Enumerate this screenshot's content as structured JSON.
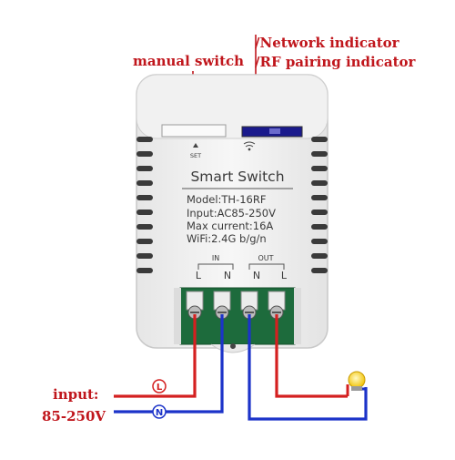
{
  "callouts": {
    "manual_switch": "manual switch",
    "network_indicator": "/Network indicator",
    "rf_pairing_indicator": "/RF pairing indicator"
  },
  "device": {
    "set_label": "SET",
    "title": "Smart Switch",
    "model": "Model:TH-16RF",
    "input": "Input:AC85-250V",
    "max_current": "Max current:16A",
    "wifi": "WiFi:2.4G b/g/n",
    "in_label": "IN",
    "out_label": "OUT",
    "term_l1": "L",
    "term_n1": "N",
    "term_n2": "N",
    "term_l2": "L"
  },
  "wiring": {
    "input_label": "input:",
    "input_voltage": "85-250V",
    "live_symbol": "L",
    "neutral_symbol": "N",
    "colors": {
      "live": "#d42020",
      "neutral": "#1c33c9",
      "callout": "#c0161c"
    }
  },
  "icons": [
    "bulb-icon",
    "screw-terminal-icon",
    "arrow-icon"
  ]
}
